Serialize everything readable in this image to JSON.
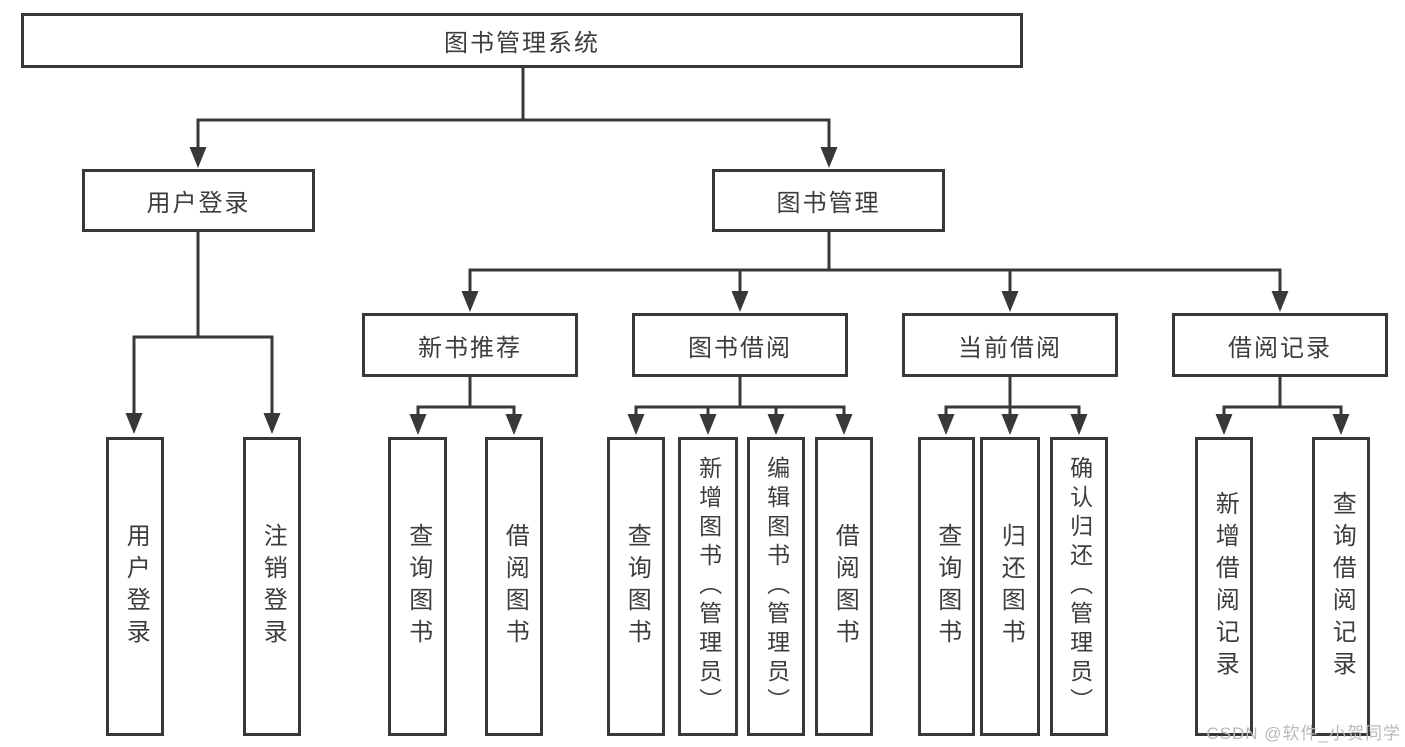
{
  "colors": {
    "line": "#383838",
    "box_border": "#383838",
    "text": "#3d3d3d",
    "watermark": "#b9b9b9",
    "background": "#ffffff"
  },
  "nodes": {
    "root": "图书管理系统",
    "user_login": "用户登录",
    "book_mgmt": "图书管理",
    "new_book_rec": "新书推荐",
    "book_borrow": "图书借阅",
    "current_borrow": "当前借阅",
    "borrow_record": "借阅记录",
    "leaf_user_login": "用户登录",
    "leaf_logout": "注销登录",
    "leaf_rec_query_book": "查询图书",
    "leaf_rec_borrow_book": "借阅图书",
    "leaf_bb_query_book": "查询图书",
    "leaf_bb_add_book": "新增图书（管理员）",
    "leaf_bb_edit_book": "编辑图书（管理员）",
    "leaf_bb_borrow_book": "借阅图书",
    "leaf_cb_query_book": "查询图书",
    "leaf_cb_return_book": "归还图书",
    "leaf_cb_confirm_return": "确认归还（管理员）",
    "leaf_br_add_record": "新增借阅记录",
    "leaf_br_query_record": "查询借阅记录"
  },
  "watermark": {
    "text": "CSDN @软件_小贺同学"
  }
}
